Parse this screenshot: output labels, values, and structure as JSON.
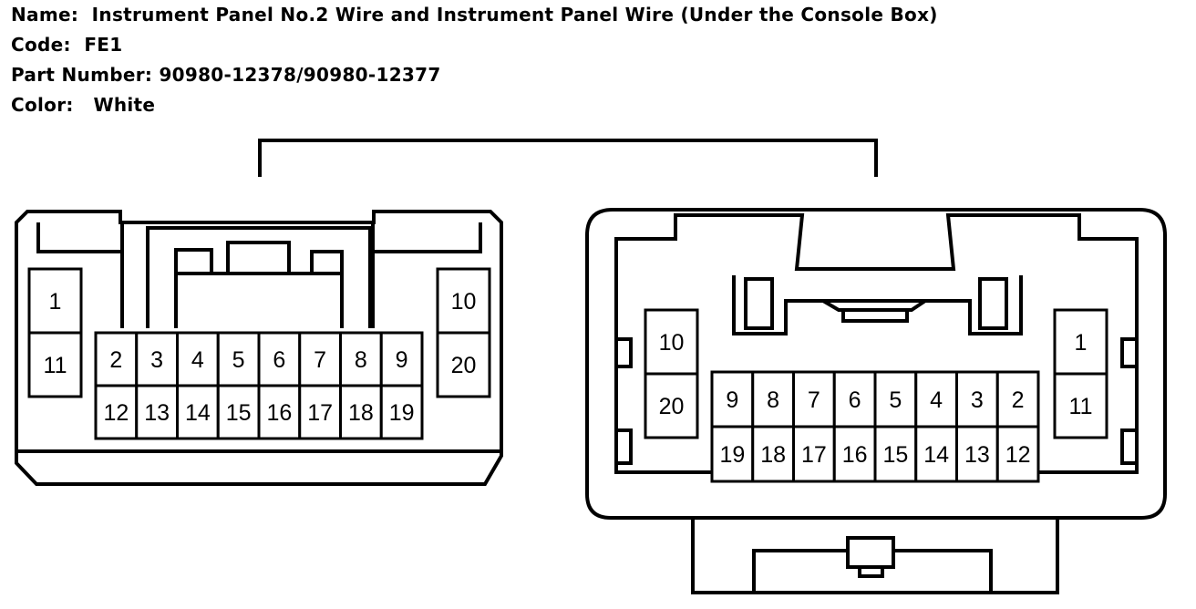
{
  "info": {
    "name_label": "Name:",
    "name_value": "Instrument Panel No.2 Wire and Instrument Panel Wire (Under the Console Box)",
    "code_label": "Code:",
    "code_value": "FE1",
    "part_label": "Part Number:",
    "part_value": "90980-12378/90980-12377",
    "color_label": "Color:",
    "color_value": "White"
  },
  "left_connector": {
    "left_column": [
      "1",
      "11"
    ],
    "right_column": [
      "10",
      "20"
    ],
    "center_top_row": [
      "2",
      "3",
      "4",
      "5",
      "6",
      "7",
      "8",
      "9"
    ],
    "center_bottom_row": [
      "12",
      "13",
      "14",
      "15",
      "16",
      "17",
      "18",
      "19"
    ]
  },
  "right_connector": {
    "left_column": [
      "10",
      "20"
    ],
    "right_column": [
      "1",
      "11"
    ],
    "center_top_row": [
      "9",
      "8",
      "7",
      "6",
      "5",
      "4",
      "3",
      "2"
    ],
    "center_bottom_row": [
      "19",
      "18",
      "17",
      "16",
      "15",
      "14",
      "13",
      "12"
    ]
  },
  "colors": {
    "line": "#000000",
    "background": "#ffffff"
  }
}
